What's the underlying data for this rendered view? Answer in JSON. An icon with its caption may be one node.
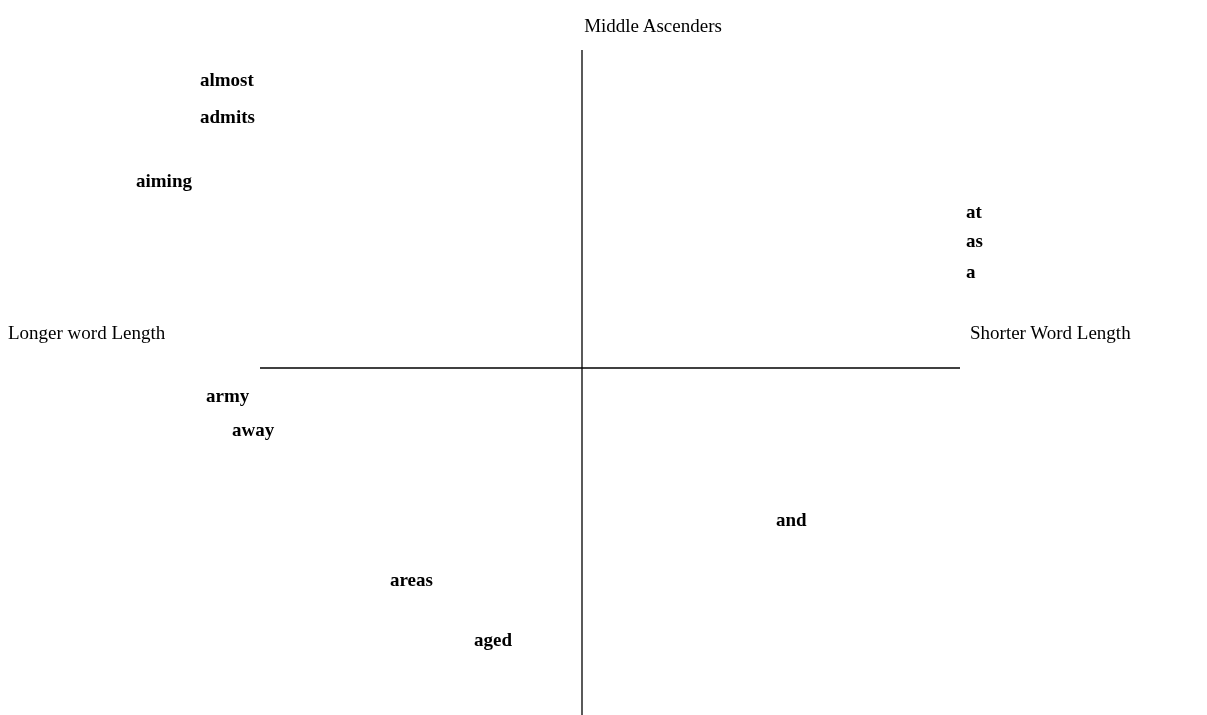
{
  "diagram": {
    "labels": [
      "Middle Ascenders",
      "almost",
      "admits",
      "aiming",
      "at",
      "as",
      "a",
      "Longer word Length",
      "Shorter Word Length",
      "army",
      "away",
      "and",
      "areas",
      "aged"
    ]
  }
}
